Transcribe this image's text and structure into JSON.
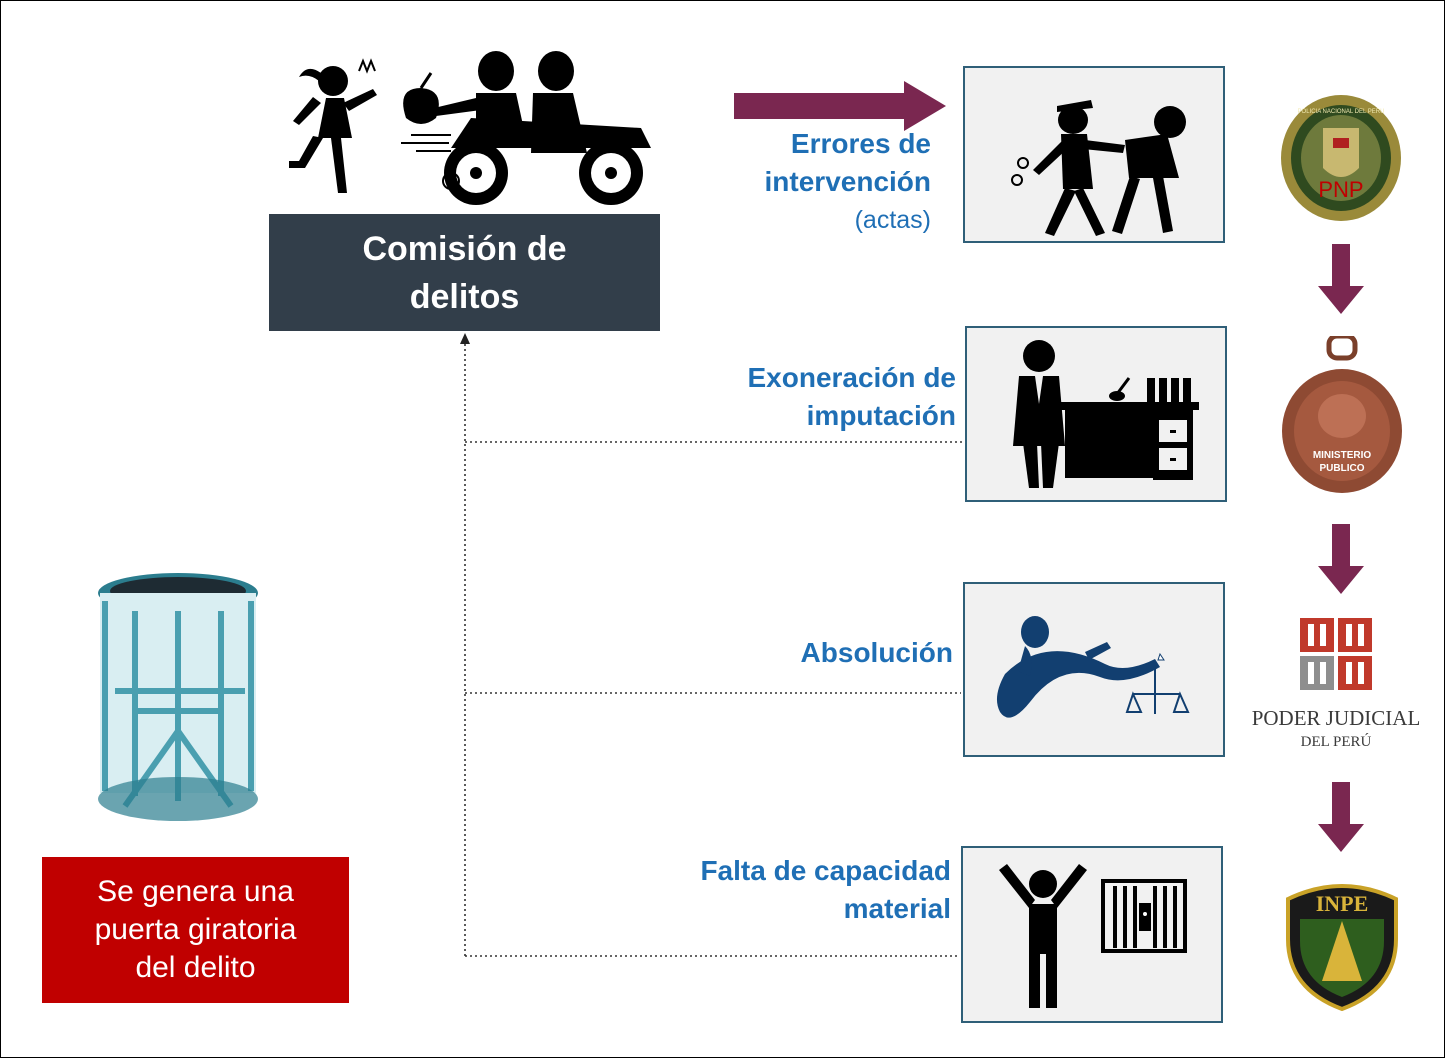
{
  "crime_box": {
    "line1": "Comisión de",
    "line2": "delitos"
  },
  "door_box": {
    "line1": "Se genera una",
    "line2": "puerta giratoria",
    "line3": "del delito"
  },
  "stages": [
    {
      "label_line1": "Errores de",
      "label_line2": "intervención",
      "label_sub": "(actas)"
    },
    {
      "label_line1": "Exoneración de",
      "label_line2": "imputación"
    },
    {
      "label_line1": "Absolución"
    },
    {
      "label_line1": "Falta de capacidad",
      "label_line2": "material"
    }
  ],
  "institutions": {
    "pnp": {
      "seal_text": "PNP",
      "ring_text": "POLICIA NACIONAL DEL PERU"
    },
    "mp": {
      "line1": "MINISTERIO",
      "line2": "PUBLICO"
    },
    "pj": {
      "line1": "PODER JUDICIAL",
      "line2": "DEL PERÚ"
    },
    "inpe": {
      "badge_text": "INPE"
    }
  },
  "colors": {
    "arrow": "#7a2750",
    "label_blue": "#1f6fb5",
    "crime_box_bg": "#323e4a",
    "door_box_bg": "#c00000",
    "panel_border": "#2f5f78",
    "panel_bg": "#f1f1f1"
  }
}
